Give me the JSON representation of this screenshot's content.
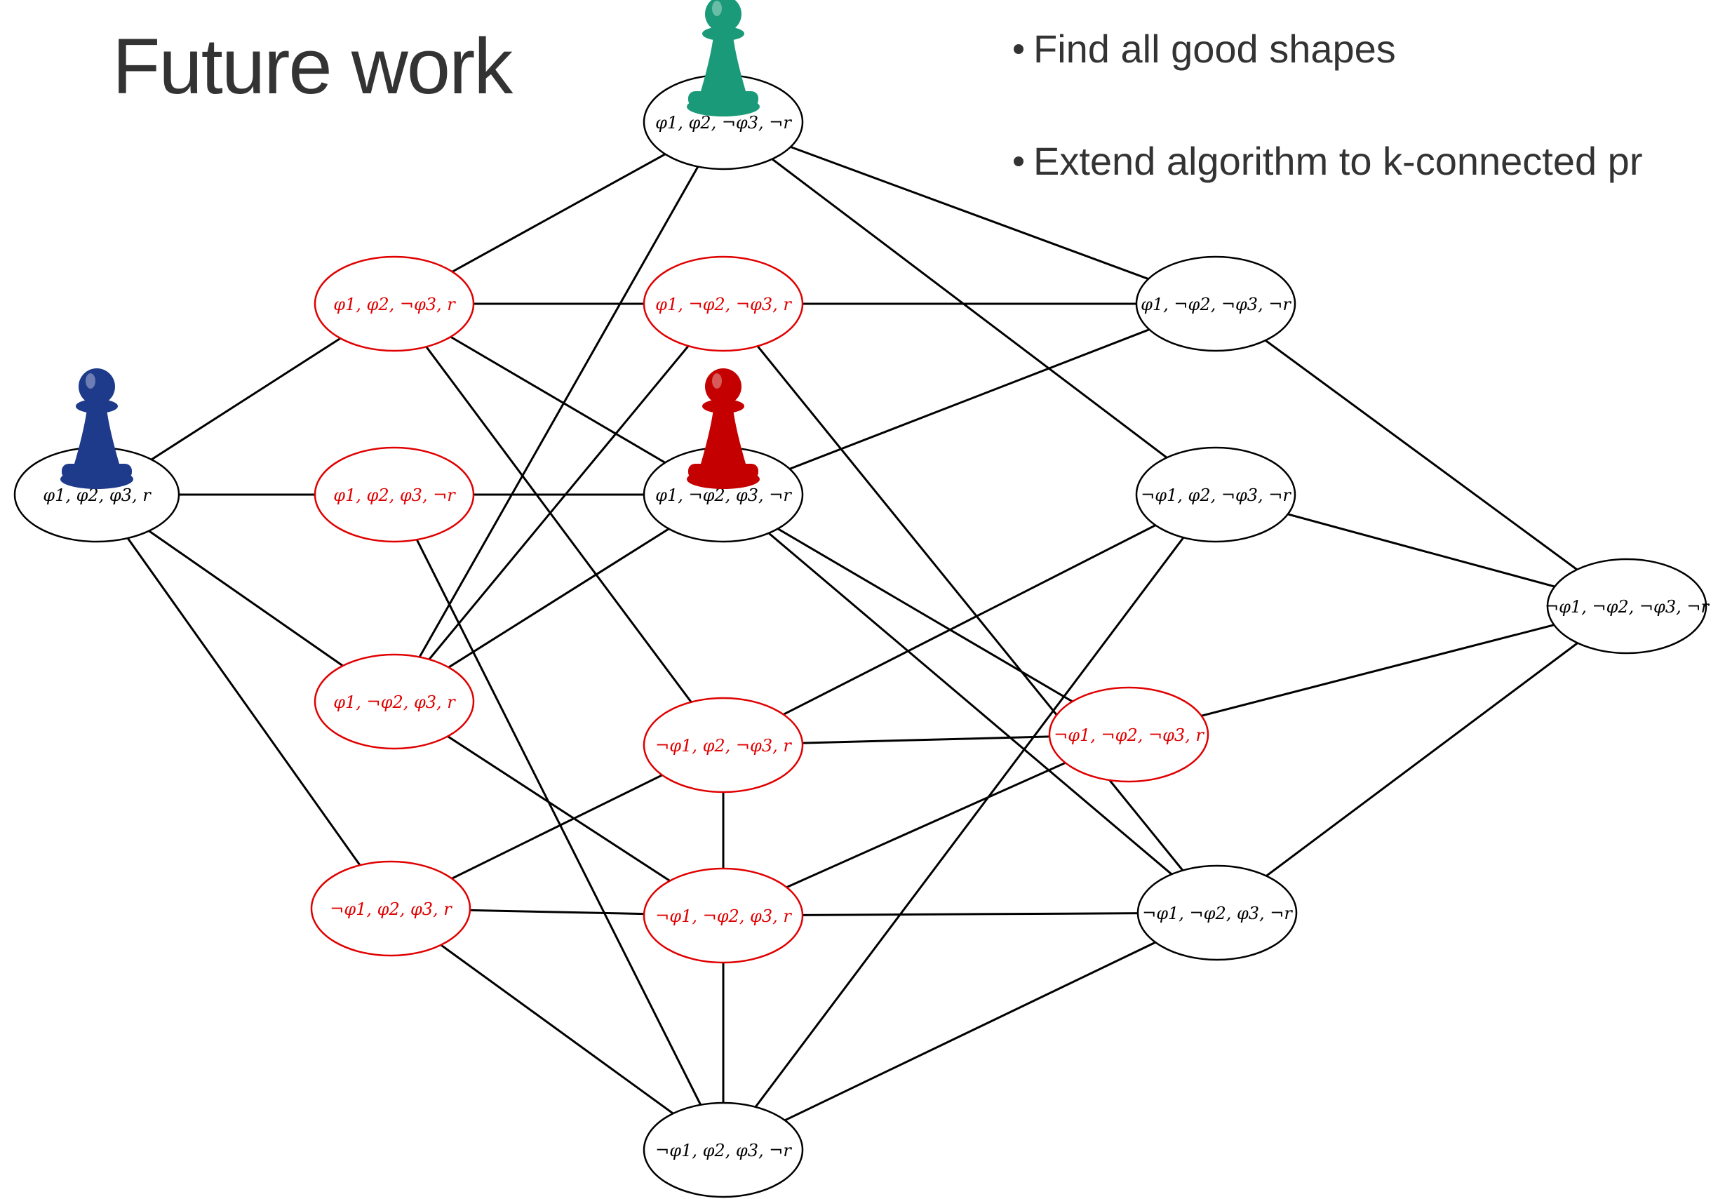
{
  "slide": {
    "title": "Future work",
    "bullets": [
      "Find all good shapes",
      "Extend algorithm to k-connected pr"
    ]
  },
  "colors": {
    "text": "#333333",
    "black_node": "#000000",
    "red_node": "#e00000",
    "edge": "#000000",
    "pawn_green": "#1a9a78",
    "pawn_red": "#c40000",
    "pawn_blue": "#1e3a8a"
  },
  "graph": {
    "nodes": [
      {
        "id": "n1",
        "label": "φ1, φ2, ¬φ3, ¬r",
        "color": "black"
      },
      {
        "id": "n2",
        "label": "φ1, φ2, ¬φ3, r",
        "color": "red"
      },
      {
        "id": "n3",
        "label": "φ1, ¬φ2, ¬φ3, r",
        "color": "red"
      },
      {
        "id": "n4",
        "label": "φ1, ¬φ2, ¬φ3, ¬r",
        "color": "black"
      },
      {
        "id": "n5",
        "label": "φ1, φ2, φ3, r",
        "color": "black"
      },
      {
        "id": "n6",
        "label": "φ1, φ2, φ3, ¬r",
        "color": "red"
      },
      {
        "id": "n7",
        "label": "φ1, ¬φ2, φ3, ¬r",
        "color": "black"
      },
      {
        "id": "n8",
        "label": "¬φ1, φ2, ¬φ3, ¬r",
        "color": "black"
      },
      {
        "id": "n9",
        "label": "¬φ1, ¬φ2, ¬φ3, ¬r",
        "color": "black"
      },
      {
        "id": "n10",
        "label": "φ1, ¬φ2, φ3, r",
        "color": "red"
      },
      {
        "id": "n11",
        "label": "¬φ1, φ2, ¬φ3, r",
        "color": "red"
      },
      {
        "id": "n12",
        "label": "¬φ1, ¬φ2, ¬φ3, r",
        "color": "red"
      },
      {
        "id": "n13",
        "label": "¬φ1, φ2, φ3, r",
        "color": "red"
      },
      {
        "id": "n14",
        "label": "¬φ1, ¬φ2, φ3, r",
        "color": "red"
      },
      {
        "id": "n15",
        "label": "¬φ1, ¬φ2, φ3, ¬r",
        "color": "black"
      },
      {
        "id": "n16",
        "label": "¬φ1, φ2, φ3, ¬r",
        "color": "black"
      }
    ],
    "edges": [
      [
        "n1",
        "n2"
      ],
      [
        "n1",
        "n4"
      ],
      [
        "n1",
        "n8"
      ],
      [
        "n1",
        "n10"
      ],
      [
        "n2",
        "n3"
      ],
      [
        "n2",
        "n5"
      ],
      [
        "n2",
        "n11"
      ],
      [
        "n2",
        "n12"
      ],
      [
        "n3",
        "n4"
      ],
      [
        "n3",
        "n10"
      ],
      [
        "n3",
        "n15"
      ],
      [
        "n4",
        "n7"
      ],
      [
        "n4",
        "n9"
      ],
      [
        "n5",
        "n6"
      ],
      [
        "n5",
        "n10"
      ],
      [
        "n5",
        "n13"
      ],
      [
        "n6",
        "n7"
      ],
      [
        "n6",
        "n16"
      ],
      [
        "n7",
        "n10"
      ],
      [
        "n7",
        "n15"
      ],
      [
        "n8",
        "n11"
      ],
      [
        "n8",
        "n9"
      ],
      [
        "n8",
        "n16"
      ],
      [
        "n9",
        "n12"
      ],
      [
        "n9",
        "n15"
      ],
      [
        "n10",
        "n14"
      ],
      [
        "n11",
        "n12"
      ],
      [
        "n11",
        "n16"
      ],
      [
        "n12",
        "n14"
      ],
      [
        "n13",
        "n11"
      ],
      [
        "n13",
        "n14"
      ],
      [
        "n13",
        "n16"
      ],
      [
        "n14",
        "n15"
      ],
      [
        "n15",
        "n16"
      ]
    ],
    "pawns": [
      {
        "node": "n1",
        "color": "green"
      },
      {
        "node": "n7",
        "color": "red"
      },
      {
        "node": "n5",
        "color": "blue"
      }
    ]
  }
}
